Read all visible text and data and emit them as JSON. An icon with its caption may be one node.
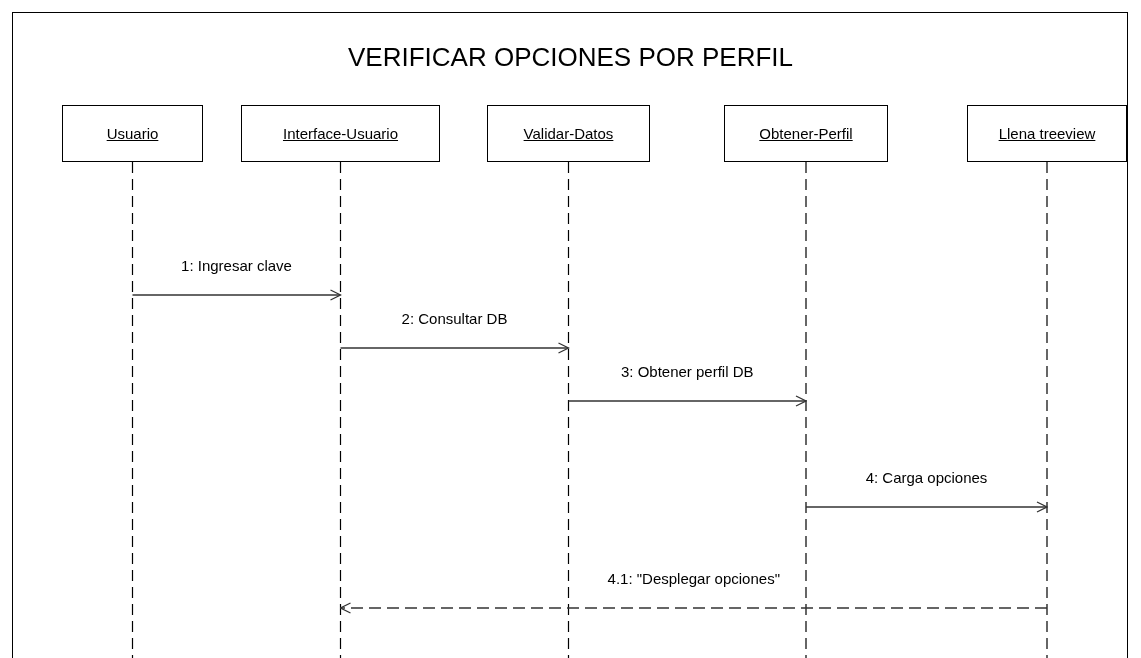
{
  "diagram": {
    "title": "VERIFICAR OPCIONES POR PERFIL",
    "nodes": [
      {
        "text": [
          "Usuario"
        ]
      },
      {
        "text": [
          "Interface-Usuario"
        ]
      },
      {
        "text": [
          "Validar-Datos"
        ]
      },
      {
        "text": [
          "Obtener-Perfil"
        ]
      },
      {
        "text": [
          "Llena treeview"
        ]
      },
      {
        "text": [],
        "shape": "line"
      },
      {
        "text": [],
        "shape": "line"
      },
      {
        "text": [],
        "shape": "line"
      },
      {
        "text": [],
        "shape": "line"
      },
      {
        "text": [],
        "shape": "line"
      }
    ],
    "edges": [
      {
        "from": 5,
        "to": 6,
        "arrow": "to",
        "label": "1: Ingresar clave"
      },
      {
        "from": 6,
        "to": 7,
        "arrow": "to",
        "label": "2: Consultar DB"
      },
      {
        "from": 7,
        "to": 8,
        "arrow": "to",
        "label": "3: Obtener perfil DB"
      },
      {
        "from": 8,
        "to": 9,
        "arrow": "to",
        "label": "4: Carga opciones"
      },
      {
        "from": 9,
        "to": 6,
        "arrow": "to",
        "label": "4.1: \"Desplegar opciones\"",
        "style": "dashed"
      }
    ]
  }
}
